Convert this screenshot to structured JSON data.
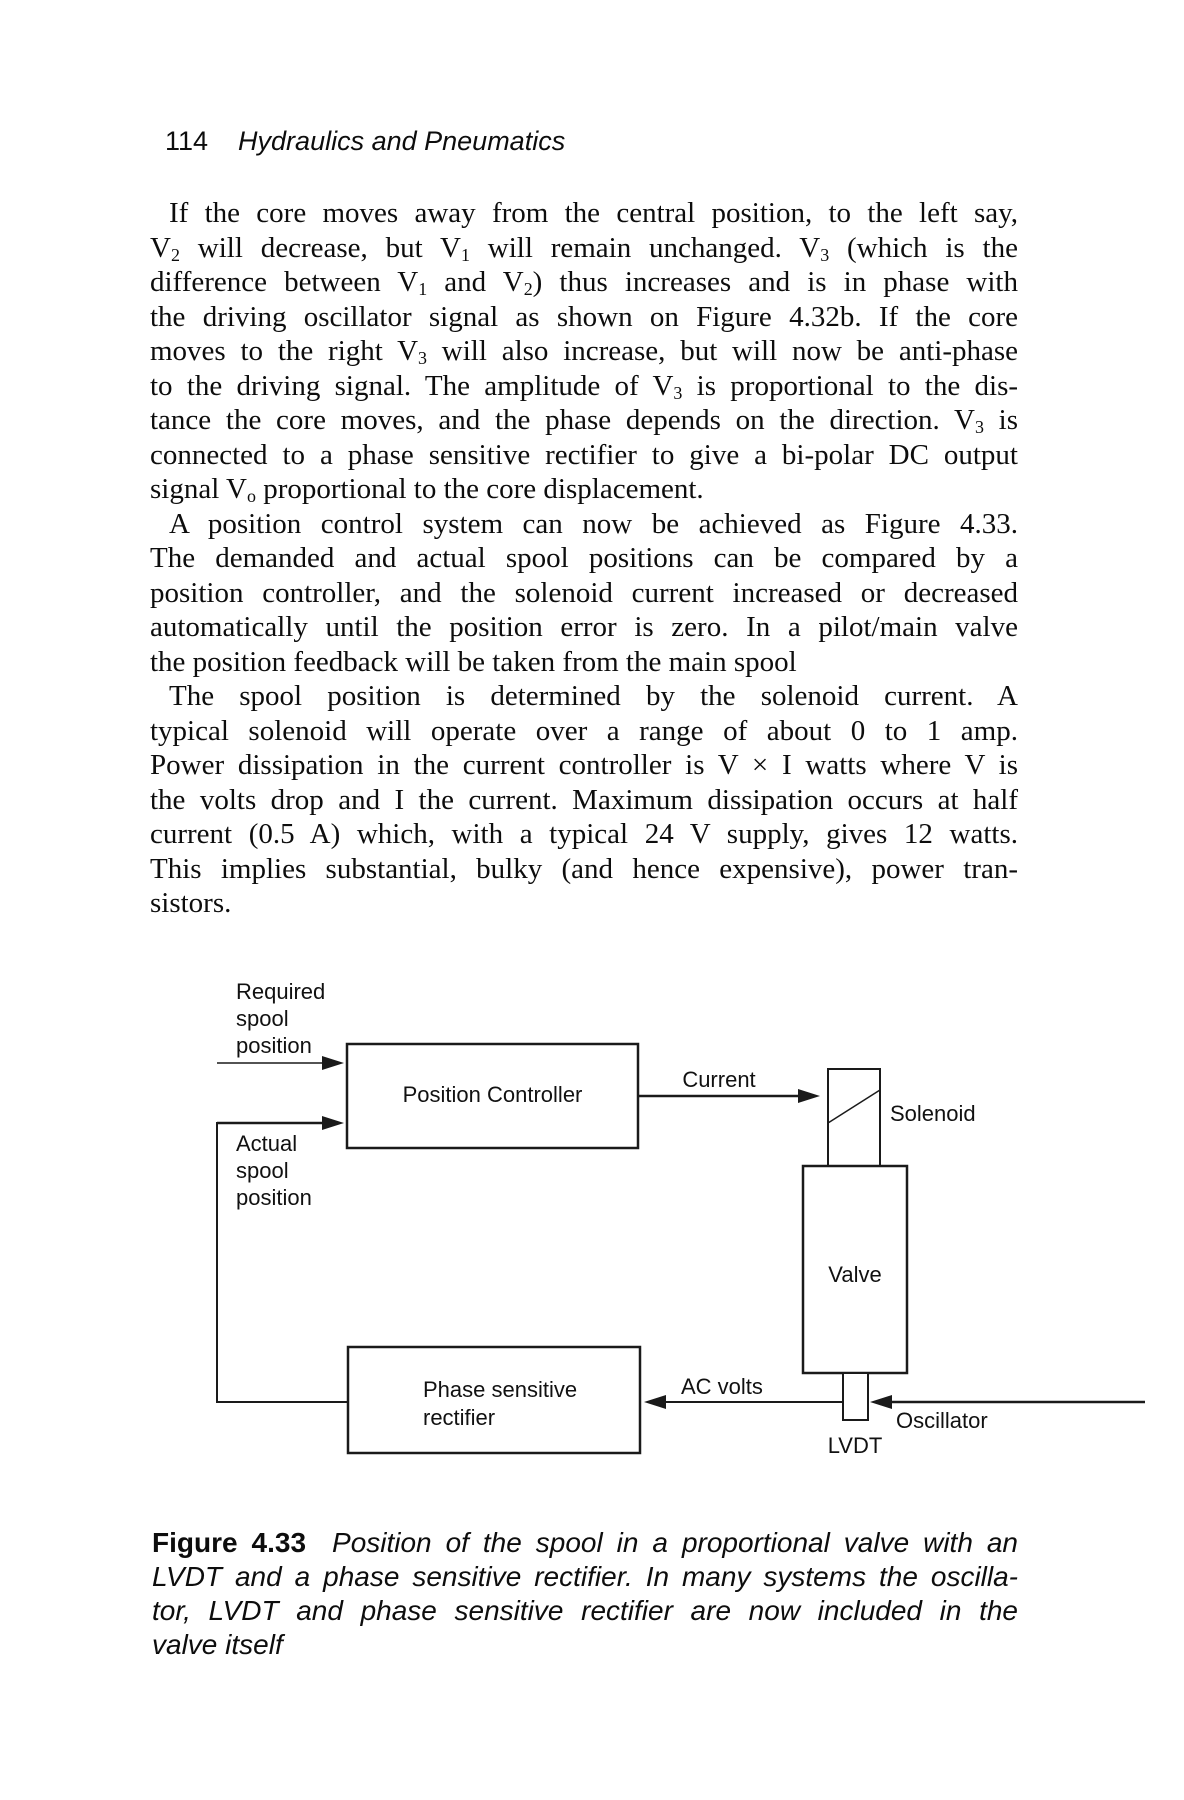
{
  "header": {
    "page_number": "114",
    "book_title": "Hydraulics and Pneumatics"
  },
  "body": {
    "paragraphs": [
      {
        "indent": true,
        "lines": [
          [
            "If the core moves away from the central position, to the left say,"
          ],
          [
            "V",
            "_2",
            " will decrease, but V",
            "_1",
            " will remain unchanged. V",
            "_3",
            " (which is the"
          ],
          [
            "difference between V",
            "_1",
            " and V",
            "_2",
            ") thus increases and is in phase with"
          ],
          [
            "the driving oscillator signal as shown on Figure 4.32b. If the core"
          ],
          [
            "moves to the right V",
            "_3",
            " will also increase, but will now be anti-phase"
          ],
          [
            "to the driving signal. The amplitude of V",
            "_3",
            " is proportional to the dis-"
          ],
          [
            "tance the core moves, and the phase depends on the direction. V",
            "_3",
            " is"
          ],
          [
            "connected to a phase sensitive rectifier to give a bi-polar DC output"
          ],
          [
            "signal V",
            "_o",
            " proportional to the core displacement."
          ]
        ]
      },
      {
        "indent": true,
        "lines": [
          [
            "A position control system can now be achieved as Figure 4.33."
          ],
          [
            "The demanded and actual spool positions can be compared by a"
          ],
          [
            "position controller, and the solenoid current increased or decreased"
          ],
          [
            "automatically until the position error is zero. In a pilot/main valve"
          ],
          [
            "the position feedback will be taken from the main spool"
          ]
        ]
      },
      {
        "indent": true,
        "lines": [
          [
            "The spool position is determined by the solenoid current. A"
          ],
          [
            "typical solenoid will operate over a range of about 0 to 1 amp."
          ],
          [
            "Power dissipation in the current controller is V × I watts where V is"
          ],
          [
            "the volts drop and I the current. Maximum dissipation occurs at half"
          ],
          [
            "current (0.5 A) which, with a typical 24 V supply, gives 12 watts."
          ],
          [
            "This implies substantial, bulky (and hence expensive), power tran-"
          ],
          [
            "sistors."
          ]
        ]
      }
    ]
  },
  "figure": {
    "labels": {
      "required": [
        "Required",
        "spool",
        "position"
      ],
      "actual": [
        "Actual",
        "spool",
        "position"
      ],
      "controller": "Position Controller",
      "current": "Current",
      "solenoid": "Solenoid",
      "valve": "Valve",
      "rectifier": [
        "Phase sensitive",
        "rectifier"
      ],
      "ac_volts": "AC volts",
      "lvdt": "LVDT",
      "oscillator": "Oscillator"
    },
    "line_color": "#1a1a1a"
  },
  "caption": {
    "label": "Figure 4.33",
    "lines": [
      "Position of the spool in a proportional valve with an",
      "LVDT and a phase sensitive rectifier. In many systems the oscilla-",
      "tor, LVDT and phase sensitive rectifier are now included in the",
      "valve itself"
    ]
  }
}
